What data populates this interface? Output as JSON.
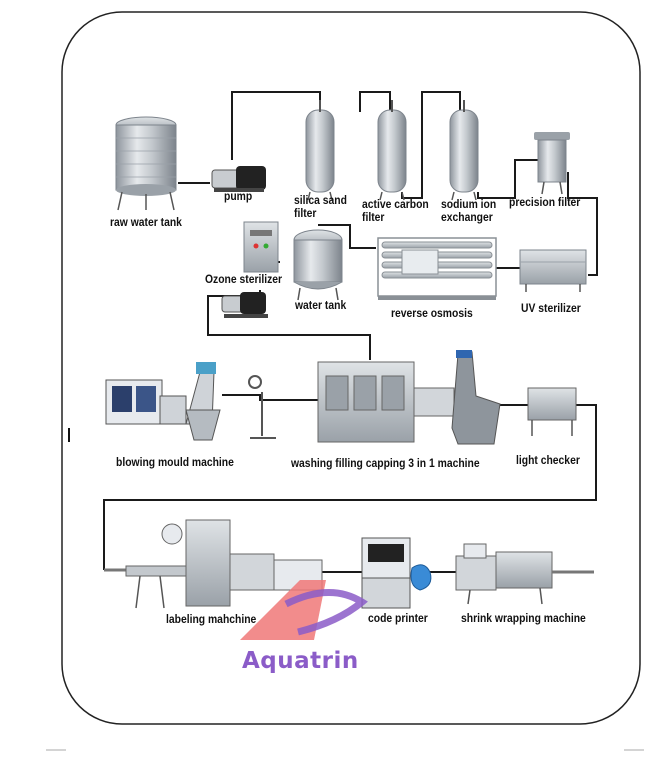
{
  "labels": {
    "raw_water_tank": "raw water tank",
    "pump": "pump",
    "silica_sand_filter": "silica sand filter",
    "active_carbon_filter": "active carbon filter",
    "sodium_ion_exchanger": "sodium ion exchanger",
    "precision_filter": "precision filter",
    "ozone_sterilizer": "Ozone sterilizer",
    "water_tank": "water tank",
    "reverse_osmosis": "reverse osmosis",
    "uv_sterilizer": "UV sterilizer",
    "blowing_mould_machine": "blowing mould machine",
    "washing_filling_capping": "washing filling capping 3 in 1 machine",
    "light_checker": "light checker",
    "labeling_machine": "labeling mahchine",
    "code_printer": "code printer",
    "shrink_wrapping_machine": "shrink wrapping machine"
  },
  "brand": {
    "name": "Aquatrin",
    "primary_color": "#8b5cc8",
    "accent_color": "#f07878"
  },
  "colors": {
    "line": "#1a1a1a",
    "steel": "#b9bfc6",
    "steel_dark": "#7d848c"
  }
}
